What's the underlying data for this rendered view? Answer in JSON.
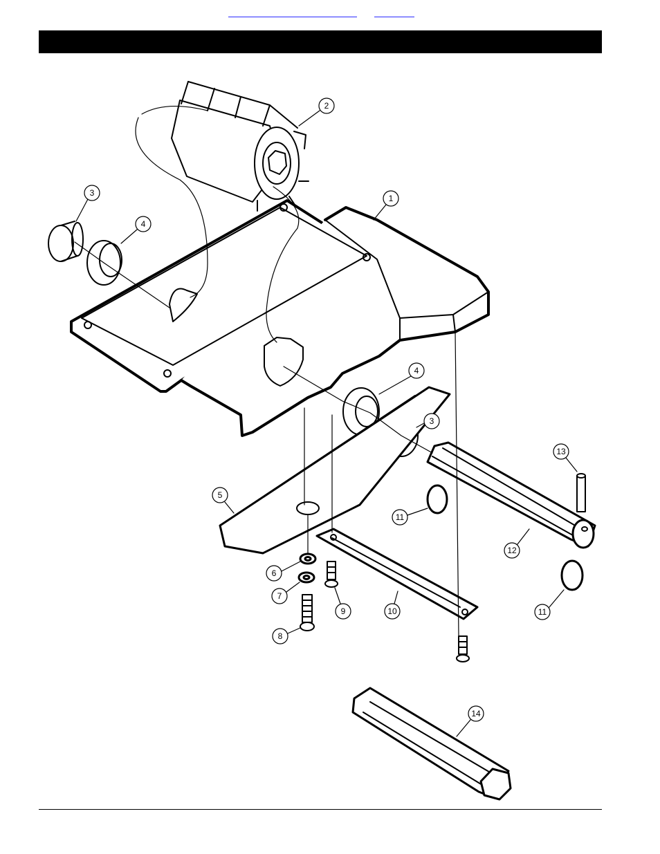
{
  "header": {
    "links": [
      {
        "label": ""
      },
      {
        "label": ""
      }
    ],
    "title": ""
  },
  "diagram": {
    "callouts": [
      {
        "id": "1"
      },
      {
        "id": "2"
      },
      {
        "id": "3"
      },
      {
        "id": "4"
      },
      {
        "id": "4"
      },
      {
        "id": "3"
      },
      {
        "id": "5"
      },
      {
        "id": "6"
      },
      {
        "id": "7"
      },
      {
        "id": "8"
      },
      {
        "id": "9"
      },
      {
        "id": "10"
      },
      {
        "id": "11"
      },
      {
        "id": "11"
      },
      {
        "id": "12"
      },
      {
        "id": "13"
      },
      {
        "id": "14"
      }
    ]
  },
  "colors": {
    "header_bar": "#000000",
    "link": "#2a2aff",
    "line": "#000000"
  }
}
